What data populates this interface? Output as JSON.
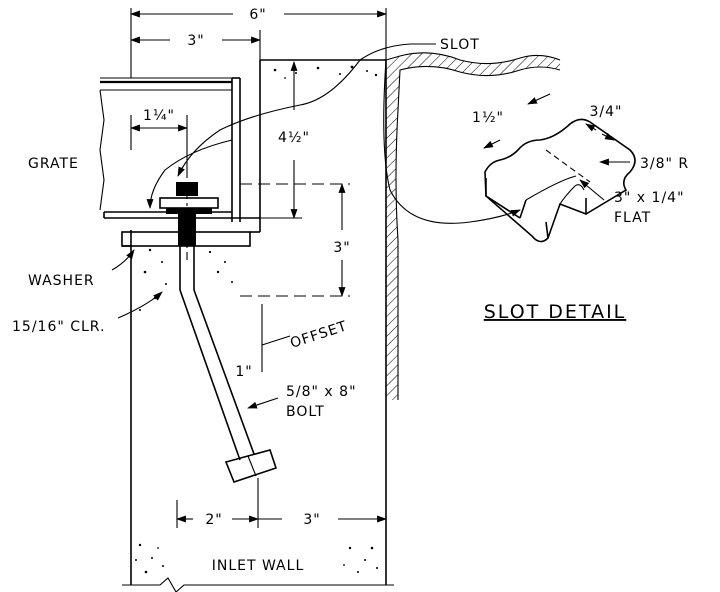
{
  "labels": {
    "dim_6in": "6\"",
    "dim_3in_top": "3\"",
    "slot": "SLOT",
    "dim_1_1_4": "1¼\"",
    "grate": "GRATE",
    "dim_4_1_2": "4½\"",
    "dim_3in_vert": "3\"",
    "washer": "WASHER",
    "clearance": "15/16\" CLR.",
    "offset": "OFFSET",
    "dim_1in": "1\"",
    "bolt_size": "5/8\" x 8\"",
    "bolt": "BOLT",
    "dim_2in_bottom": "2\"",
    "dim_3in_bottom": "3\"",
    "inlet_wall": "INLET WALL",
    "slot_detail": "SLOT DETAIL",
    "detail_1_1_2": "1½\"",
    "detail_3_4": "3/4\"",
    "detail_radius": "3/8\" R",
    "detail_flat_size": "3\" x 1/4\"",
    "detail_flat": "FLAT"
  }
}
